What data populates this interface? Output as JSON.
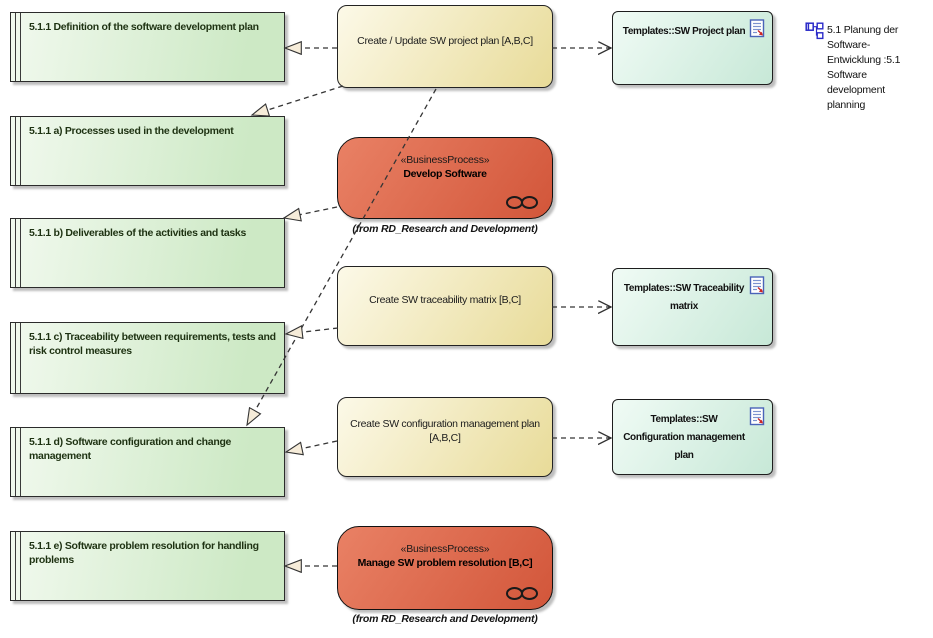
{
  "requirements": [
    {
      "label": "5.1.1 Definition of the software development plan"
    },
    {
      "label": "5.1.1 a) Processes used in the development"
    },
    {
      "label": "5.1.1 b) Deliverables of the activities and tasks"
    },
    {
      "label": "5.1.1 c) Traceability between requirements, tests and risk control measures"
    },
    {
      "label": "5.1.1 d) Software configuration and change management"
    },
    {
      "label": "5.1.1 e) Software problem resolution for handling problems"
    }
  ],
  "activities": [
    {
      "label": "Create / Update SW project plan [A,B,C]"
    },
    {
      "label": "Create SW traceability matrix [B,C]"
    },
    {
      "label": "Create SW configuration management plan [A,B,C]"
    }
  ],
  "processes": [
    {
      "stereotype": "«BusinessProcess»",
      "name": "Develop Software",
      "from": "(from RD_Research and Development)"
    },
    {
      "stereotype": "«BusinessProcess»",
      "name": "Manage SW problem resolution [B,C]",
      "from": "(from RD_Research and Development)"
    }
  ],
  "templates": [
    {
      "label": "Templates::SW Project plan"
    },
    {
      "label": "Templates::SW Traceability matrix"
    },
    {
      "label": "Templates::SW Configuration management plan"
    }
  ],
  "legend": {
    "text": "5.1 Planung der Software-Entwicklung :5.1 Software development planning"
  },
  "icons": {
    "template_corner": "document-icon",
    "legend_marker": "diagram-icon",
    "process_corner": "chain-link-icon"
  },
  "colors": {
    "req_light": "#f1f9ee",
    "req_fill": "#cde9c5",
    "act_light": "#fcf9e8",
    "act_fill": "#e8db98",
    "proc_light": "#e98165",
    "proc_fill": "#d2563a",
    "tmpl_light": "#f0fbf5",
    "tmpl_fill": "#c7e8d7",
    "icon_blue": "#3a55c0",
    "icon_red": "#cc2525"
  }
}
